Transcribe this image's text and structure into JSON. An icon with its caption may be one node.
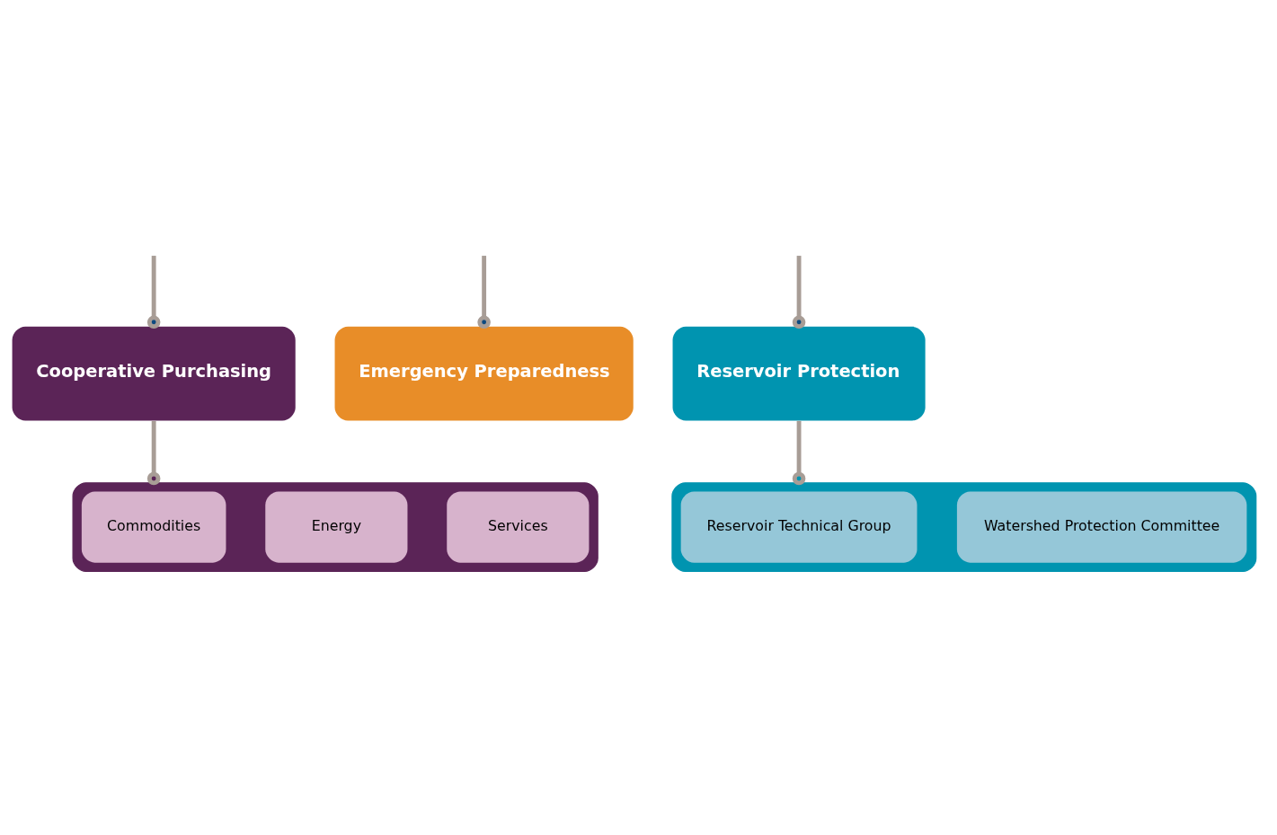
{
  "diagram": {
    "nodes": [
      {
        "text": [
          "Cooperative Purchasing"
        ]
      },
      {
        "text": [
          "Emergency Preparedness"
        ]
      },
      {
        "text": [
          "Reservoir Protection"
        ]
      },
      {
        "text": [],
        "shape": "box"
      },
      {
        "text": [
          "Commodities"
        ],
        "in": 3
      },
      {
        "text": [
          "Energy"
        ],
        "in": 3
      },
      {
        "text": [
          "Services"
        ],
        "in": 3
      },
      {
        "text": [],
        "shape": "box"
      },
      {
        "text": [
          "Reservoir Technical Group"
        ],
        "in": 7
      },
      {
        "text": [
          "Watershed Protection Committee"
        ],
        "in": 7
      }
    ],
    "edges": [
      {
        "from": null,
        "to": 0,
        "arrow": "other"
      },
      {
        "from": null,
        "to": 1,
        "arrow": "other"
      },
      {
        "from": null,
        "to": 2,
        "arrow": "other"
      },
      {
        "from": 0,
        "to": 3,
        "arrow": "other"
      },
      {
        "from": 2,
        "to": 7,
        "arrow": "other"
      }
    ]
  }
}
